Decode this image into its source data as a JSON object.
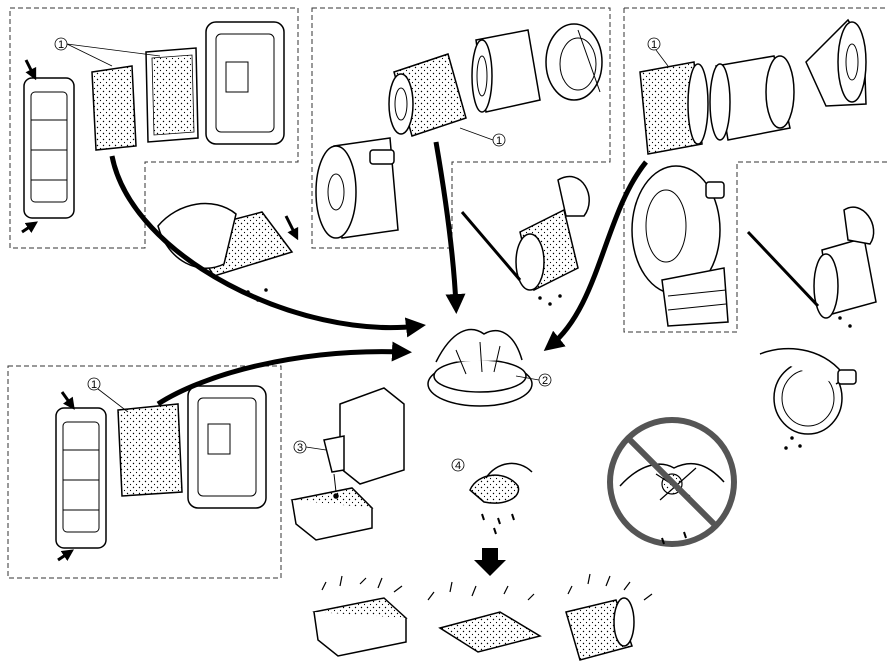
{
  "callouts": {
    "c1_top_left": "1",
    "c1_top_center": "1",
    "c1_top_right": "1",
    "c1_bottom_left": "1",
    "c2_wash_bowl": "2",
    "c3_detergent": "3",
    "c4_squeeze": "4"
  },
  "icons": {
    "prohibition": "no-wringing-icon",
    "down_arrow": "arrow-down-icon"
  },
  "colors": {
    "line": "#000000",
    "background": "#ffffff",
    "panel_border": "#333333"
  }
}
